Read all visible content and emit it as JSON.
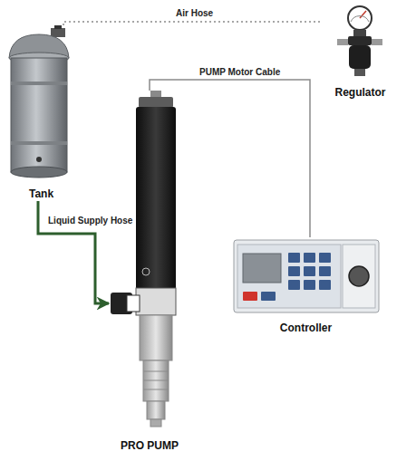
{
  "diagram": {
    "nodes": [
      {
        "text": [
          "Tank"
        ]
      },
      {
        "text": [
          "Regulator"
        ]
      },
      {
        "text": [
          "PRO PUMP"
        ]
      },
      {
        "text": [
          "Controller"
        ]
      }
    ],
    "edges": [
      {
        "from": 0,
        "to": 1,
        "label": "Air Hose",
        "arrow": "none"
      },
      {
        "from": 2,
        "to": 3,
        "label": "PUMP Motor Cable",
        "arrow": "none"
      },
      {
        "from": 0,
        "to": 2,
        "label": "Liquid Supply Hose",
        "arrow": "to"
      }
    ]
  }
}
